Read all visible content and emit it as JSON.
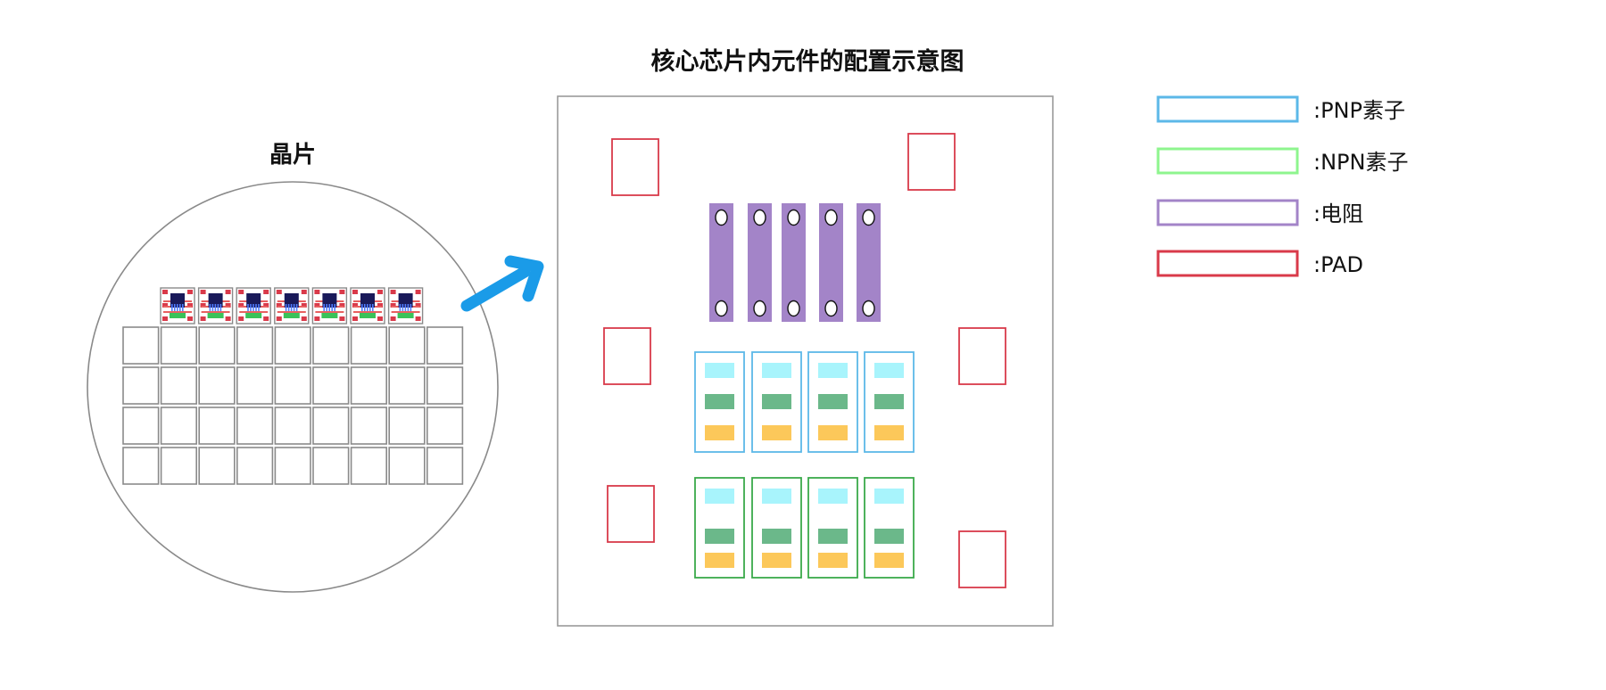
{
  "wafer": {
    "title": "晶片"
  },
  "chip": {
    "title": "核心芯片内元件的配置示意图"
  },
  "legend": {
    "items": [
      {
        "key": "pnp",
        "label": ":PNP素子",
        "color": "#5cb8e8"
      },
      {
        "key": "npn",
        "label": ":NPN素子",
        "color": "#8ef58e"
      },
      {
        "key": "resistor",
        "label": ":电阻",
        "color": "#a384c8"
      },
      {
        "key": "pad",
        "label": ":PAD",
        "color": "#d93a4a"
      }
    ]
  },
  "colors": {
    "wafer_outline": "#8a8a8a",
    "grid_cell": "#8a8a8a",
    "arrow": "#1a9be8",
    "chip_frame": "#9a9a9a",
    "resistor_fill": "#a384c8",
    "pnp_border": "#5cb8e8",
    "npn_border": "#3aaa4a",
    "pad_border": "#d93a4a",
    "region_cyan": "#a8f4fc",
    "region_green": "#6bb88a",
    "region_yellow": "#fcc85a"
  },
  "icons": {
    "die": "mini-chip-icon",
    "arrow": "arrow-right-up-icon"
  }
}
